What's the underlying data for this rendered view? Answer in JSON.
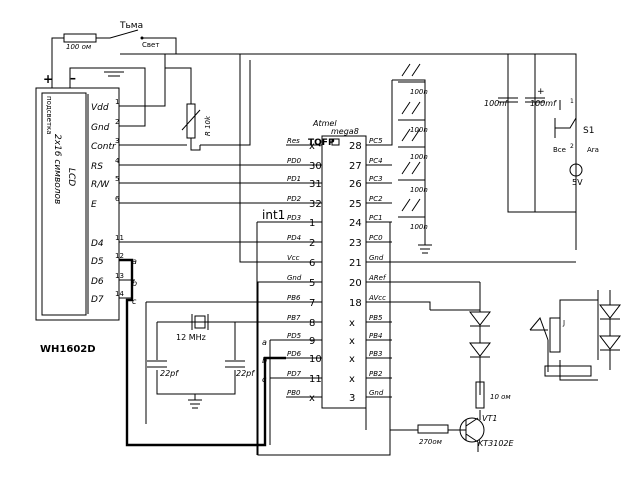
{
  "lcd": {
    "model": "WH1602D",
    "vertical_labels": [
      "подсветка",
      "2x16 символов",
      "LCD"
    ],
    "plus": "+",
    "minus": "–",
    "pins": [
      {
        "name": "Vdd",
        "num": "1"
      },
      {
        "name": "Gnd",
        "num": "2"
      },
      {
        "name": "Contr",
        "num": "3"
      },
      {
        "name": "RS",
        "num": "4"
      },
      {
        "name": "R/W",
        "num": "5"
      },
      {
        "name": "E",
        "num": "6"
      },
      {
        "name": "D4",
        "num": "11"
      },
      {
        "name": "D5",
        "num": "12"
      },
      {
        "name": "D6",
        "num": "13"
      },
      {
        "name": "D7",
        "num": "14"
      }
    ]
  },
  "mcu": {
    "title": "Atmel",
    "title2": "mega8",
    "package": "TQFP",
    "left_pins": [
      {
        "name": "Res",
        "num": "x"
      },
      {
        "name": "PD0",
        "num": "30"
      },
      {
        "name": "PD1",
        "num": "31"
      },
      {
        "name": "PD2",
        "num": "32"
      },
      {
        "name": "PD3",
        "num": "1"
      },
      {
        "name": "PD4",
        "num": "2"
      },
      {
        "name": "Vcc",
        "num": "6"
      },
      {
        "name": "Gnd",
        "num": "5"
      },
      {
        "name": "PB6",
        "num": "7"
      },
      {
        "name": "PB7",
        "num": "8"
      },
      {
        "name": "PD5",
        "num": "9"
      },
      {
        "name": "PD6",
        "num": "10"
      },
      {
        "name": "PD7",
        "num": "11"
      },
      {
        "name": "PB0",
        "num": "x"
      }
    ],
    "right_pins": [
      {
        "name": "PC5",
        "num": "28"
      },
      {
        "name": "PC4",
        "num": "27"
      },
      {
        "name": "PC3",
        "num": "26"
      },
      {
        "name": "PC2",
        "num": "25"
      },
      {
        "name": "PC1",
        "num": "24"
      },
      {
        "name": "PC0",
        "num": "23"
      },
      {
        "name": "Gnd",
        "num": "21"
      },
      {
        "name": "ARef",
        "num": "20"
      },
      {
        "name": "AVcc",
        "num": "18"
      },
      {
        "name": "PB5",
        "num": "x"
      },
      {
        "name": "PB4",
        "num": "x"
      },
      {
        "name": "PB3",
        "num": "x"
      },
      {
        "name": "PB2",
        "num": "x"
      },
      {
        "name": "Gnd",
        "num": "3"
      }
    ]
  },
  "labels": {
    "int1": "int1",
    "bus": [
      "a",
      "b",
      "c"
    ],
    "resistor_top": "100 ом",
    "dark": "Тьма",
    "light": "Свет",
    "pot": "R 10k",
    "cap_small": "100n",
    "cap_big1": "100nf",
    "cap_big2": "100mf",
    "plus": "+",
    "switch": "S1",
    "switch_all": "Все",
    "switch_ara": "Ara",
    "sw_pin1": "1",
    "sw_pin2": "2",
    "voltage": "5V",
    "crystal": "12 MHz",
    "cap_22": "22pf",
    "r10": "10 ом",
    "r270": "270ом",
    "transistor": "VT1",
    "transistor_model": "KT3102E",
    "connector": "J"
  }
}
